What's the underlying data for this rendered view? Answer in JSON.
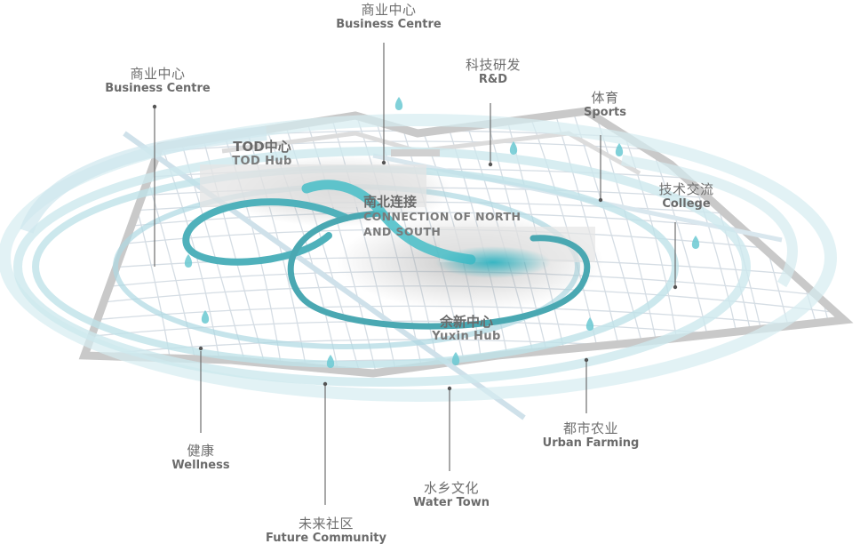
{
  "colors": {
    "frame": "#c9c9c9",
    "street": "#d3dbe2",
    "water": "#52bcc6",
    "ring_light": "#cfe9ee",
    "ring_teal": "#49aeb8",
    "label": "#6b6b6b"
  },
  "labels": {
    "business_top": {
      "zh": "商业中心",
      "en": "Business Centre"
    },
    "business_left": {
      "zh": "商业中心",
      "en": "Business Centre"
    },
    "rnd": {
      "zh": "科技研发",
      "en": "R&D"
    },
    "sports": {
      "zh": "体育",
      "en": "Sports"
    },
    "college": {
      "zh": "技术交流",
      "en": "College"
    },
    "tod": {
      "zh": "TOD中心",
      "en": "TOD Hub"
    },
    "connection": {
      "zh": "南北连接",
      "en": "CONNECTION OF NORTH AND SOUTH"
    },
    "yuxin": {
      "zh": "余新中心",
      "en": "Yuxin Hub"
    },
    "wellness": {
      "zh": "健康",
      "en": "Wellness"
    },
    "future": {
      "zh": "未来社区",
      "en": "Future Community"
    },
    "water_town": {
      "zh": "水乡文化",
      "en": "Water Town"
    },
    "urban_farming": {
      "zh": "都市农业",
      "en": "Urban Farming"
    }
  },
  "icons": [
    "water-drop-icon"
  ]
}
